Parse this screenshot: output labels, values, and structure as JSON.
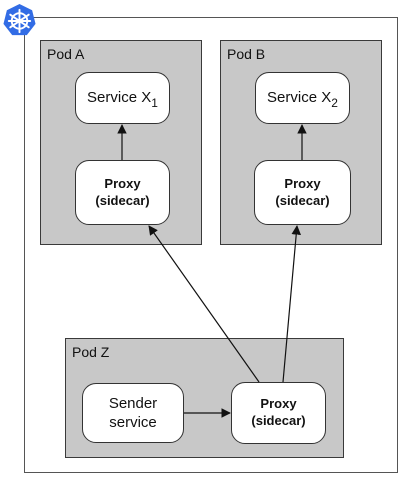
{
  "logo": {
    "icon": "kubernetes-helm-icon",
    "color": "#326ce5"
  },
  "pods": {
    "a": {
      "label": "Pod A"
    },
    "b": {
      "label": "Pod B"
    },
    "z": {
      "label": "Pod Z"
    }
  },
  "services": {
    "x1": {
      "name": "Service X",
      "subscript": "1"
    },
    "x2": {
      "name": "Service X",
      "subscript": "2"
    }
  },
  "proxy": {
    "line1": "Proxy",
    "line2": "(sidecar)"
  },
  "sender": {
    "line1": "Sender",
    "line2": "service"
  }
}
